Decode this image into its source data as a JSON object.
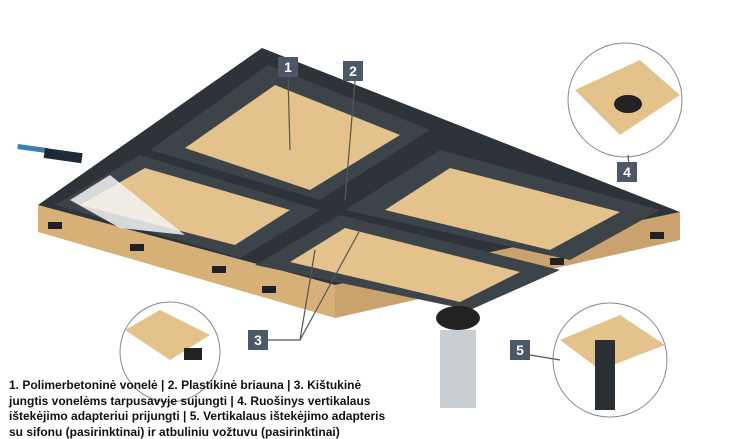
{
  "labels": [
    "1",
    "2",
    "3",
    "4",
    "5"
  ],
  "caption": "1. Polimerbetoninė vonelė | 2. Plastikinė briauna | 3. Kištukinė jungtis vonelėms tarpusavyje sujungti | 4. Ruošinys vertikalaus ištekėjimo adapteriui prijungti | 5. Vertikalaus ištekėjimo adapteris su sifonu (pasirinktinai) ir atbuliniu vožtuvu (pasirinktinai)",
  "colors": {
    "tan": "#e2bf88",
    "frame": "#2d3338",
    "label_bg": "#4b5867"
  }
}
